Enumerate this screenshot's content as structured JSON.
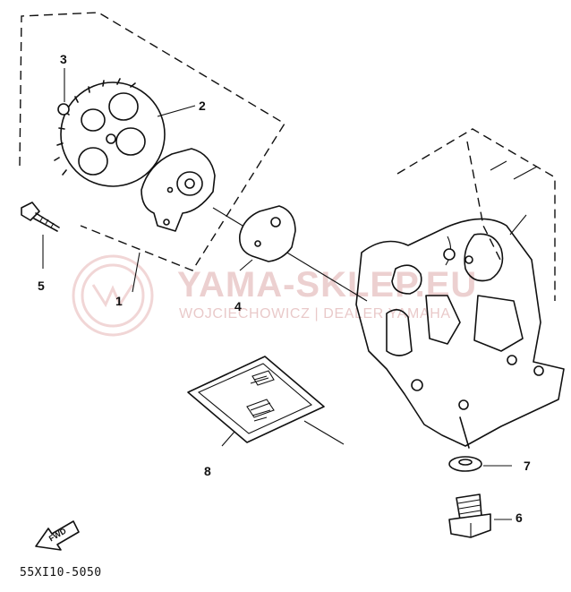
{
  "diagram": {
    "code": "55XI10-5050",
    "direction_label": "FWD",
    "callouts": [
      "1",
      "2",
      "3",
      "4",
      "5",
      "6",
      "7",
      "8"
    ]
  },
  "watermark": {
    "title": "YAMA-SKLEP.EU",
    "subtitle": "WOJCIECHOWICZ | DEALER YAMAHA",
    "color": "#d98c8c"
  }
}
